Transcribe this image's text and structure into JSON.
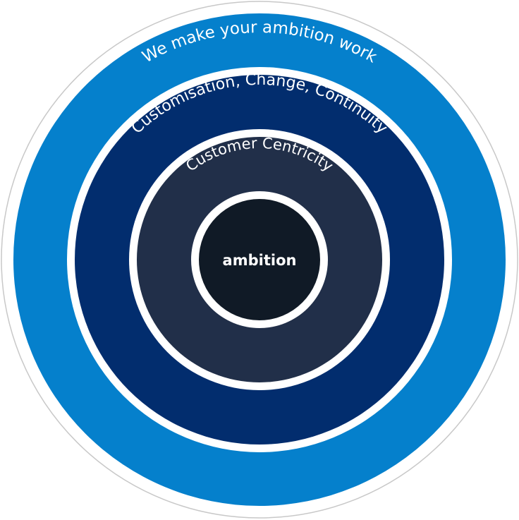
{
  "rings": [
    {
      "id": "outer",
      "label": "We make your ambition work",
      "color": "#0580cc"
    },
    {
      "id": "second",
      "label": "Customisation, Change, Continuity",
      "color": "#022d6e"
    },
    {
      "id": "third",
      "label": "Customer Centricity",
      "color": "#212f49"
    }
  ],
  "center": {
    "label": "ambition",
    "color": "#101a26"
  },
  "colors": {
    "outer_border": "#c8c8c8",
    "separator": "#ffffff",
    "text": "#ffffff"
  }
}
